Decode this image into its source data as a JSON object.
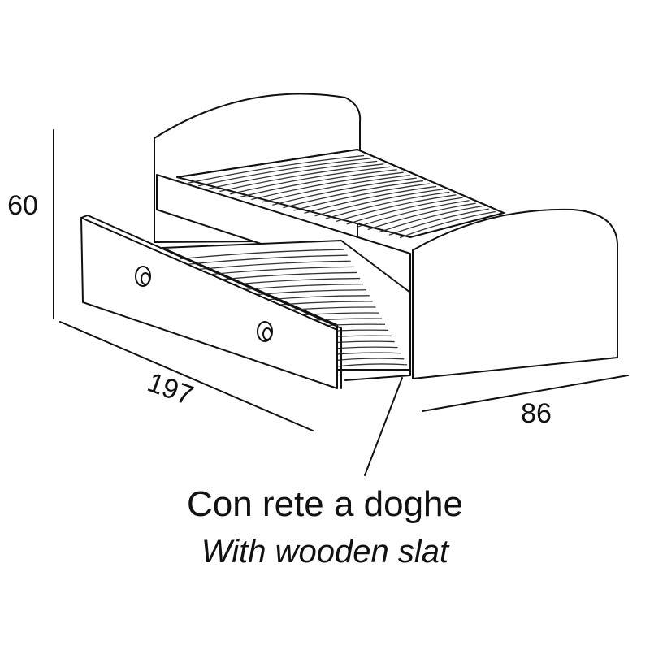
{
  "dimensions": {
    "height": "60",
    "length": "197",
    "width": "86"
  },
  "caption": {
    "italian": "Con rete a doghe",
    "english": "With wooden slat"
  },
  "colors": {
    "line": "#111111",
    "background": "#ffffff"
  }
}
